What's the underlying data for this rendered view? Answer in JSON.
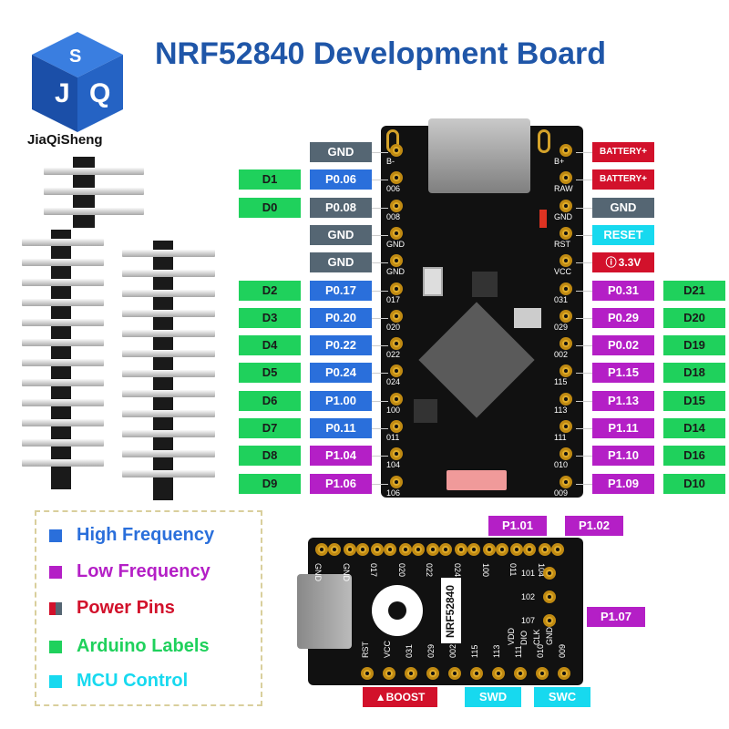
{
  "brand": {
    "name": "JiaQiSheng",
    "logo_letters": "JQS"
  },
  "title": "NRF52840 Development Board",
  "left_pins": [
    {
      "board": "B-",
      "gpio": "GND",
      "gpio_color": "gray",
      "arduino": ""
    },
    {
      "board": "006",
      "gpio": "P0.06",
      "gpio_color": "blue",
      "arduino": "D1"
    },
    {
      "board": "008",
      "gpio": "P0.08",
      "gpio_color": "gray",
      "arduino": "D0"
    },
    {
      "board": "GND",
      "gpio": "GND",
      "gpio_color": "gray",
      "arduino": ""
    },
    {
      "board": "GND",
      "gpio": "GND",
      "gpio_color": "gray",
      "arduino": ""
    },
    {
      "board": "017",
      "gpio": "P0.17",
      "gpio_color": "blue",
      "arduino": "D2"
    },
    {
      "board": "020",
      "gpio": "P0.20",
      "gpio_color": "blue",
      "arduino": "D3"
    },
    {
      "board": "022",
      "gpio": "P0.22",
      "gpio_color": "blue",
      "arduino": "D4"
    },
    {
      "board": "024",
      "gpio": "P0.24",
      "gpio_color": "blue",
      "arduino": "D5"
    },
    {
      "board": "100",
      "gpio": "P1.00",
      "gpio_color": "blue",
      "arduino": "D6"
    },
    {
      "board": "011",
      "gpio": "P0.11",
      "gpio_color": "blue",
      "arduino": "D7"
    },
    {
      "board": "104",
      "gpio": "P1.04",
      "gpio_color": "purple",
      "arduino": "D8"
    },
    {
      "board": "106",
      "gpio": "P1.06",
      "gpio_color": "purple",
      "arduino": "D9"
    }
  ],
  "right_pins": [
    {
      "board": "B+",
      "gpio": "BATTERY+",
      "gpio_color": "red",
      "arduino": ""
    },
    {
      "board": "RAW",
      "gpio": "BATTERY+",
      "gpio_color": "red",
      "arduino": ""
    },
    {
      "board": "GND",
      "gpio": "GND",
      "gpio_color": "gray",
      "arduino": ""
    },
    {
      "board": "RST",
      "gpio": "RESET",
      "gpio_color": "cyan",
      "arduino": ""
    },
    {
      "board": "VCC",
      "gpio": "3.3V",
      "gpio_color": "redbig",
      "arduino": ""
    },
    {
      "board": "031",
      "gpio": "P0.31",
      "gpio_color": "purple",
      "arduino": "D21"
    },
    {
      "board": "029",
      "gpio": "P0.29",
      "gpio_color": "purple",
      "arduino": "D20"
    },
    {
      "board": "002",
      "gpio": "P0.02",
      "gpio_color": "purple",
      "arduino": "D19"
    },
    {
      "board": "115",
      "gpio": "P1.15",
      "gpio_color": "purple",
      "arduino": "D18"
    },
    {
      "board": "113",
      "gpio": "P1.13",
      "gpio_color": "purple",
      "arduino": "D15"
    },
    {
      "board": "111",
      "gpio": "P1.11",
      "gpio_color": "purple",
      "arduino": "D14"
    },
    {
      "board": "010",
      "gpio": "P1.10",
      "gpio_color": "purple",
      "arduino": "D16"
    },
    {
      "board": "009",
      "gpio": "P1.09",
      "gpio_color": "purple",
      "arduino": "D10"
    }
  ],
  "bottom_board": {
    "chip_label": "NRF52840",
    "top_row": [
      "GND",
      "GND",
      "017",
      "020",
      "022",
      "024",
      "100",
      "011",
      "104"
    ],
    "bottom_row": [
      "RST",
      "VCC",
      "031",
      "029",
      "002",
      "115",
      "113",
      "111",
      "010",
      "009"
    ],
    "inner_labels": [
      "VDD",
      "DIO",
      "CLK",
      "GND"
    ],
    "right_labels": [
      "101",
      "102",
      "107"
    ],
    "callouts": {
      "p101": "P1.01",
      "p102": "P1.02",
      "p107": "P1.07",
      "boost": "BOOST",
      "swd": "SWD",
      "swc": "SWC"
    }
  },
  "legend": [
    {
      "label": "High Frequency",
      "color": "#2a6fdb",
      "text_color": "#2a6fdb"
    },
    {
      "label": "Low Frequency",
      "color": "#b41fc6",
      "text_color": "#b41fc6"
    },
    {
      "label": "Power Pins",
      "color": "#d2112b",
      "text_color": "#d2112b",
      "swatch2": "#556673"
    },
    {
      "label": "Arduino Labels",
      "color": "#1fd15c",
      "text_color": "#1fd15c"
    },
    {
      "label": "MCU Control",
      "color": "#17d9ef",
      "text_color": "#17d9ef"
    }
  ]
}
